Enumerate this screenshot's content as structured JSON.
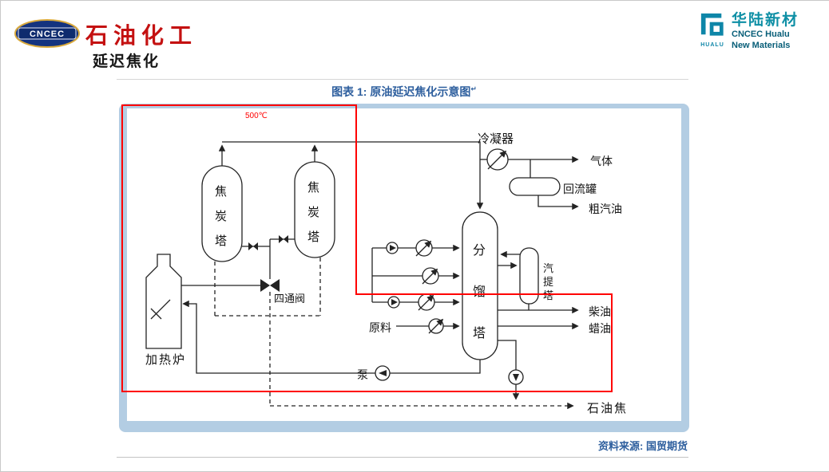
{
  "header": {
    "cncec_badge": "CNCEC",
    "brand_left": "石油化工",
    "hualu": {
      "brand_cn": "华陆新材",
      "brand_en": "CNCEC Hualu",
      "icon_caption": "HUALU",
      "subtitle": "New Materials"
    }
  },
  "page_title": "延迟焦化",
  "figure": {
    "caption": "图表 1: 原油延迟焦化示意图",
    "caption_mark": "↵",
    "source": "资料来源: 国贸期货"
  },
  "diagram": {
    "temperature": "500℃",
    "labels": {
      "heater": "加热炉",
      "coke_tower_1": "焦炭塔",
      "coke_tower_2": "焦炭塔",
      "four_way_valve": "四通阀",
      "fractionator": "分馏塔",
      "stripper": "汽提塔",
      "condenser": "冷凝器",
      "reflux_drum": "回流罐",
      "gas": "气体",
      "crude_gasoline": "粗汽油",
      "diesel": "柴油",
      "wax_oil": "蜡油",
      "petroleum_coke": "石油焦",
      "feedstock": "原料",
      "pump": "泵"
    },
    "colors": {
      "line": "#232323",
      "highlight": "#ff0000",
      "frame": "#b3cde3",
      "caption_blue": "#2e5f9e"
    }
  }
}
